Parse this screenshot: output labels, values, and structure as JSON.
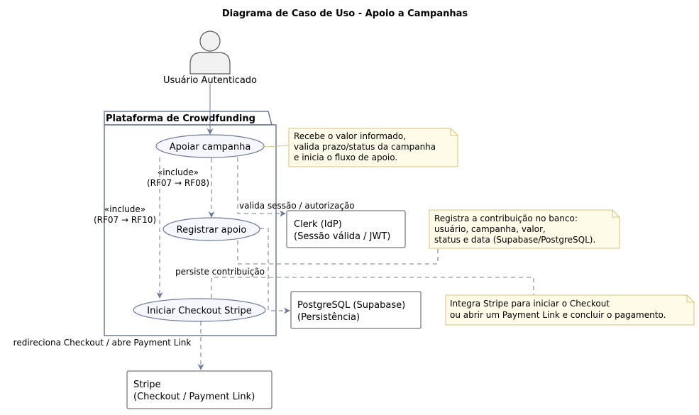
{
  "title": "Diagrama de Caso de Uso - Apoio a Campanhas",
  "actor": {
    "label": "Usuário Autenticado"
  },
  "package": {
    "label": "Plataforma de Crowdfunding"
  },
  "use_cases": {
    "apoiar": "Apoiar campanha",
    "registrar": "Registrar apoio",
    "checkout": "Iniciar Checkout Stripe"
  },
  "edge_labels": {
    "include1_a": "«include»",
    "include1_b": "(RF07 → RF08)",
    "include2_a": "«include»",
    "include2_b": "(RF07 → RF10)",
    "clerk_link": "valida sessão / autorização",
    "persist": "persiste contribuição",
    "redirect": "redireciona Checkout / abre Payment Link"
  },
  "components": {
    "clerk": [
      "Clerk (IdP)",
      "(Sessão válida / JWT)"
    ],
    "postgres": [
      "PostgreSQL (Supabase)",
      "(Persistência)"
    ],
    "stripe": [
      "Stripe",
      "(Checkout / Payment Link)"
    ]
  },
  "notes": {
    "apoiar": [
      "Recebe o valor informado,",
      "valida prazo/status da campanha",
      "e inicia o fluxo de apoio."
    ],
    "registrar": [
      "Registra a contribuição no banco:",
      "usuário, campanha, valor,",
      "status e data (Supabase/PostgreSQL)."
    ],
    "checkout": [
      "Integra Stripe para iniciar o Checkout",
      "ou abrir um Payment Link e concluir o pagamento."
    ]
  },
  "colors": {
    "line": "#6b7a99",
    "usecase_fill": "#f5f7fd",
    "note_fill": "#fefbe8",
    "note_border": "#d9c37a",
    "actor_fill": "#f1f1f1"
  }
}
